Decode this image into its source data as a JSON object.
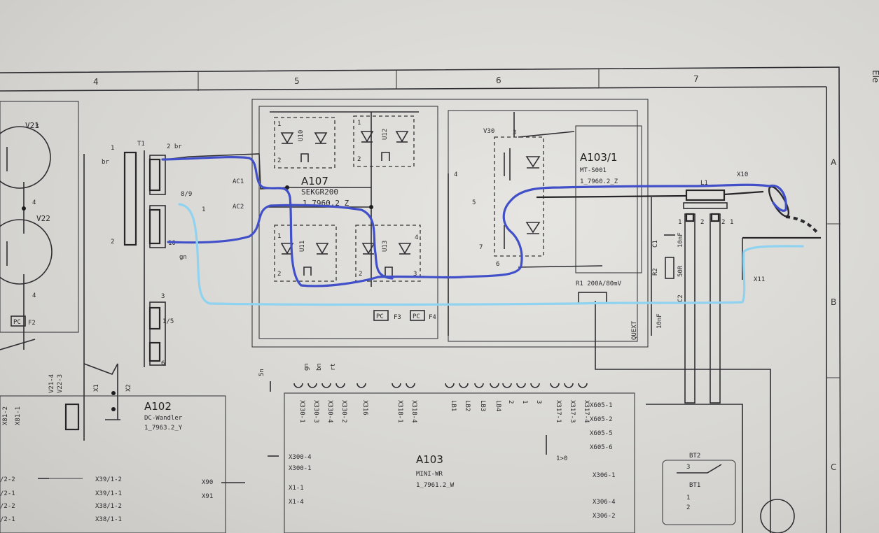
{
  "frame": {
    "columns": [
      "4",
      "5",
      "6",
      "7"
    ],
    "rows": [
      "A",
      "B",
      "C"
    ]
  },
  "transformer": {
    "id": "T1",
    "pins": [
      "1",
      "br",
      "2",
      "2 br",
      "8/9",
      "1",
      "10",
      "gn",
      "3",
      "1/5",
      "6"
    ]
  },
  "transistors": [
    {
      "id": "V21",
      "pins": [
        "3",
        "4"
      ]
    },
    {
      "id": "V22",
      "pins": [
        "4"
      ]
    }
  ],
  "a107": {
    "title": "A107",
    "part": "SEKGR200",
    "drawing": "1_7960.2_Z",
    "inputs": [
      "AC1",
      "AC2"
    ],
    "diodes": [
      {
        "id": "U10",
        "pins": [
          "1",
          "2"
        ]
      },
      {
        "id": "U12",
        "pins": [
          "1",
          "2"
        ]
      },
      {
        "id": "U11",
        "pins": [
          "1",
          "2"
        ]
      },
      {
        "id": "U13",
        "pins": [
          "2",
          "3",
          "4"
        ]
      }
    ],
    "igbt": {
      "id": "V30",
      "pins": [
        "3",
        "4",
        "5",
        "7",
        "6"
      ]
    }
  },
  "a103_1": {
    "title": "A103/1",
    "part": "MT-S001",
    "drawing": "1_7960.2_Z"
  },
  "output": {
    "inductor": "L1",
    "terminal_top": "X10",
    "terminal_bottom": "X11",
    "shunt": "R1 200A/80mV",
    "ext_label": "QUEXT",
    "rc_labels": [
      "C1",
      "10nF",
      "R2",
      "50R",
      "C2",
      "10nF"
    ],
    "inductor_pins": [
      "1",
      "2",
      "2",
      "1"
    ]
  },
  "fuses": [
    "F2",
    "F3",
    "F4"
  ],
  "fuse_tag": "PC",
  "a102": {
    "title": "A102",
    "subtitle": "DC-Wandler",
    "drawing": "1_7963.2_Y",
    "connectors": [
      "V21-4",
      "V22-3",
      "X1",
      "X2",
      "X81-2",
      "X81-1"
    ]
  },
  "a103": {
    "title": "A103",
    "subtitle": "MINI-WR",
    "drawing": "1_7961.2_W",
    "top_pins": [
      "X330-1",
      "X330-3",
      "X330-4",
      "X330-2",
      "X316",
      "X318-1",
      "X318-4",
      "LB1",
      "LB2",
      "LB3",
      "LB4",
      "2",
      "1",
      "3",
      "X317-1",
      "X317-3",
      "X317-4"
    ],
    "top_wire_labels": [
      "5n",
      "gn",
      "bn",
      "rt"
    ],
    "left_pins": [
      "X300-4",
      "X300-1",
      "X1-1",
      "X1-4"
    ],
    "right_pins": [
      "X605-1",
      "X605-2",
      "X605-5",
      "X605-6",
      "X306-1",
      "X306-4",
      "X306-2"
    ],
    "relay_label": "1>0"
  },
  "batteries": [
    "BT2",
    "BT1"
  ],
  "battery_pins": [
    "3",
    "1",
    "2"
  ],
  "left_connectors": {
    "labels_left": [
      "/2-2",
      "/2-1",
      "/2-2",
      "/2-1"
    ],
    "labels_mid": [
      "X39/1-2",
      "X39/1-1",
      "X38/1-2",
      "X38/1-1"
    ],
    "x_labels": [
      "X90",
      "X91"
    ]
  },
  "page_edge_text": "Ele",
  "colors": {
    "annotation_blue": "#4150c8",
    "annotation_cyan": "#8fd3f0",
    "ink": "#2a2a2e"
  }
}
